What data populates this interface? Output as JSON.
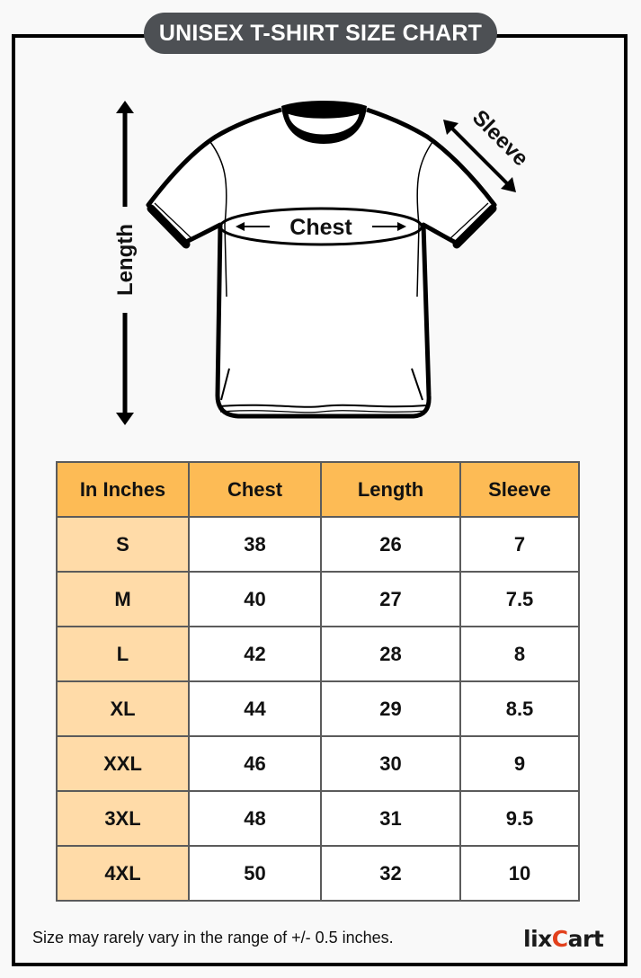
{
  "title": "UNISEX T-SHIRT SIZE CHART",
  "diagram": {
    "length_label": "Length",
    "chest_label": "Chest",
    "sleeve_label": "Sleeve"
  },
  "table": {
    "headers": [
      "In Inches",
      "Chest",
      "Length",
      "Sleeve"
    ],
    "rows": [
      {
        "size": "S",
        "chest": "38",
        "length": "26",
        "sleeve": "7"
      },
      {
        "size": "M",
        "chest": "40",
        "length": "27",
        "sleeve": "7.5"
      },
      {
        "size": "L",
        "chest": "42",
        "length": "28",
        "sleeve": "8"
      },
      {
        "size": "XL",
        "chest": "44",
        "length": "29",
        "sleeve": "8.5"
      },
      {
        "size": "XXL",
        "chest": "46",
        "length": "30",
        "sleeve": "9"
      },
      {
        "size": "3XL",
        "chest": "48",
        "length": "31",
        "sleeve": "9.5"
      },
      {
        "size": "4XL",
        "chest": "50",
        "length": "32",
        "sleeve": "10"
      }
    ]
  },
  "note": "Size may rarely vary in the range of +/- 0.5 inches.",
  "logo": {
    "prefix": "lix",
    "accent": "C",
    "suffix": "art"
  },
  "colors": {
    "title_bg": "#4d5054",
    "header_bg": "#fdbb55",
    "size_col_bg": "#ffdba8",
    "logo_accent": "#e2401c",
    "frame": "#000000"
  },
  "chart_data": {
    "type": "table",
    "title": "UNISEX T-SHIRT SIZE CHART",
    "columns": [
      "In Inches",
      "Chest",
      "Length",
      "Sleeve"
    ],
    "rows": [
      [
        "S",
        38,
        26,
        7
      ],
      [
        "M",
        40,
        27,
        7.5
      ],
      [
        "L",
        42,
        28,
        8
      ],
      [
        "XL",
        44,
        29,
        8.5
      ],
      [
        "XXL",
        46,
        30,
        9
      ],
      [
        "3XL",
        48,
        31,
        9.5
      ],
      [
        "4XL",
        50,
        32,
        10
      ]
    ],
    "unit": "inches",
    "annotation": "Size may rarely vary in the range of +/- 0.5 inches."
  }
}
